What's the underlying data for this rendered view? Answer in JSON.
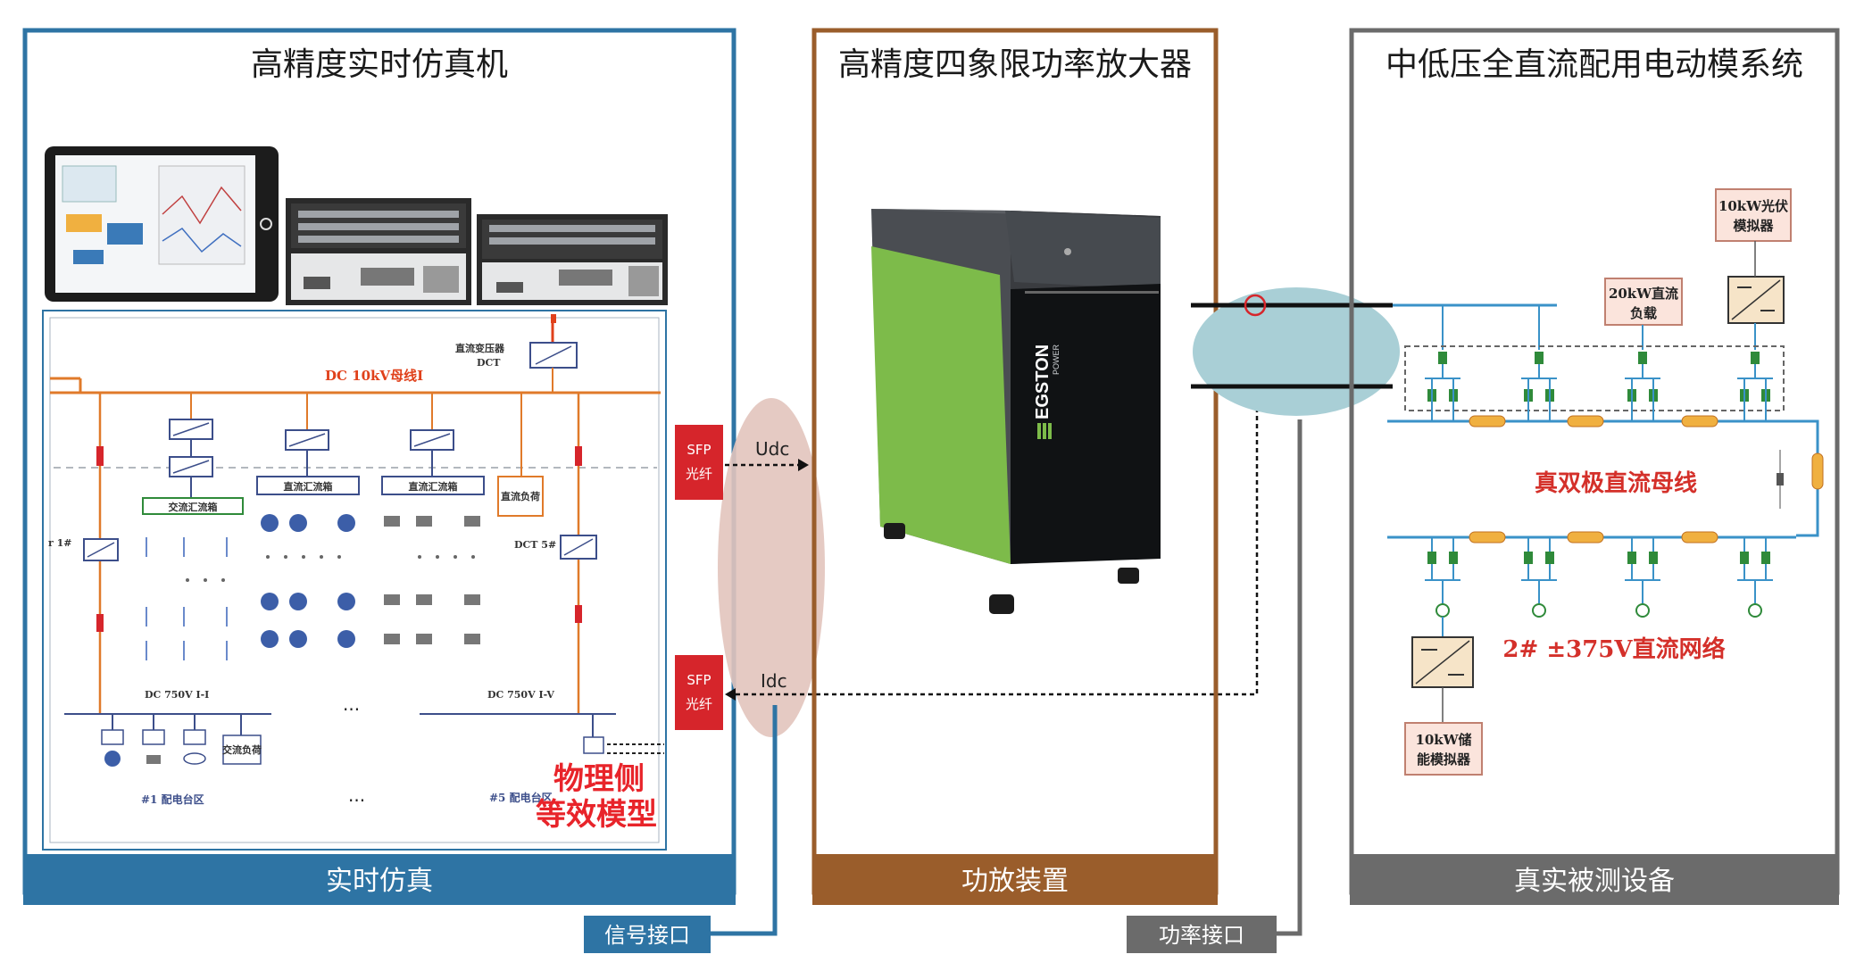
{
  "panels": {
    "simulator": {
      "title": "高精度实时仿真机",
      "footer": "实时仿真",
      "color": "#2e74a4"
    },
    "amplifier": {
      "title": "高精度四象限功率放大器",
      "footer": "功放装置",
      "color": "#9a5d2b"
    },
    "system": {
      "title": "中低压全直流配用电动模系统",
      "footer": "真实被测设备",
      "color": "#6b6b6b"
    }
  },
  "simulator_schematic": {
    "transformer_label": "直流变压器",
    "transformer_sub": "DCT",
    "bus_label": "DC 10kV母线I",
    "ac_box": "交流汇流箱",
    "dc_box_1": "直流汇流箱",
    "dc_box_2": "直流汇流箱",
    "load_box": "直流负荷",
    "dct_left": "r 1#",
    "dct_right": "DCT 5#",
    "bus_left": "DC 750V I-I",
    "bus_right": "DC 750V I-V",
    "area_left": "#1 配电台区",
    "area_right": "#5 配电台区",
    "small_load": "交流负荷",
    "ellipsis_1": "...",
    "ellipsis_2": "...",
    "physical_label_1": "物理侧",
    "physical_label_2": "等效模型"
  },
  "signals": {
    "sfp_top_1": "SFP",
    "sfp_top_2": "光纤",
    "sfp_bottom_1": "SFP",
    "sfp_bottom_2": "光纤",
    "udc": "Udc",
    "idc": "Idc"
  },
  "amplifier_device": {
    "brand": "EGSTON",
    "brand_sub": "POWER"
  },
  "dc_system": {
    "pv_label_1": "10kW光伏",
    "pv_label_2": "模拟器",
    "load_label_1": "20kW直流",
    "load_label_2": "负载",
    "bus_label": "真双极直流母线",
    "network_label": "2# ±375V直流网络",
    "storage_label_1": "10kW储",
    "storage_label_2": "能模拟器"
  },
  "ports": {
    "signal": "信号接口",
    "power": "功率接口"
  },
  "colors": {
    "simulator_blue": "#2e74a4",
    "amplifier_brown": "#9a5d2b",
    "system_gray": "#6b6b6b",
    "sfp_red": "#d6252b",
    "line_blue": "#3a92c8",
    "orange": "#e07a2a"
  }
}
